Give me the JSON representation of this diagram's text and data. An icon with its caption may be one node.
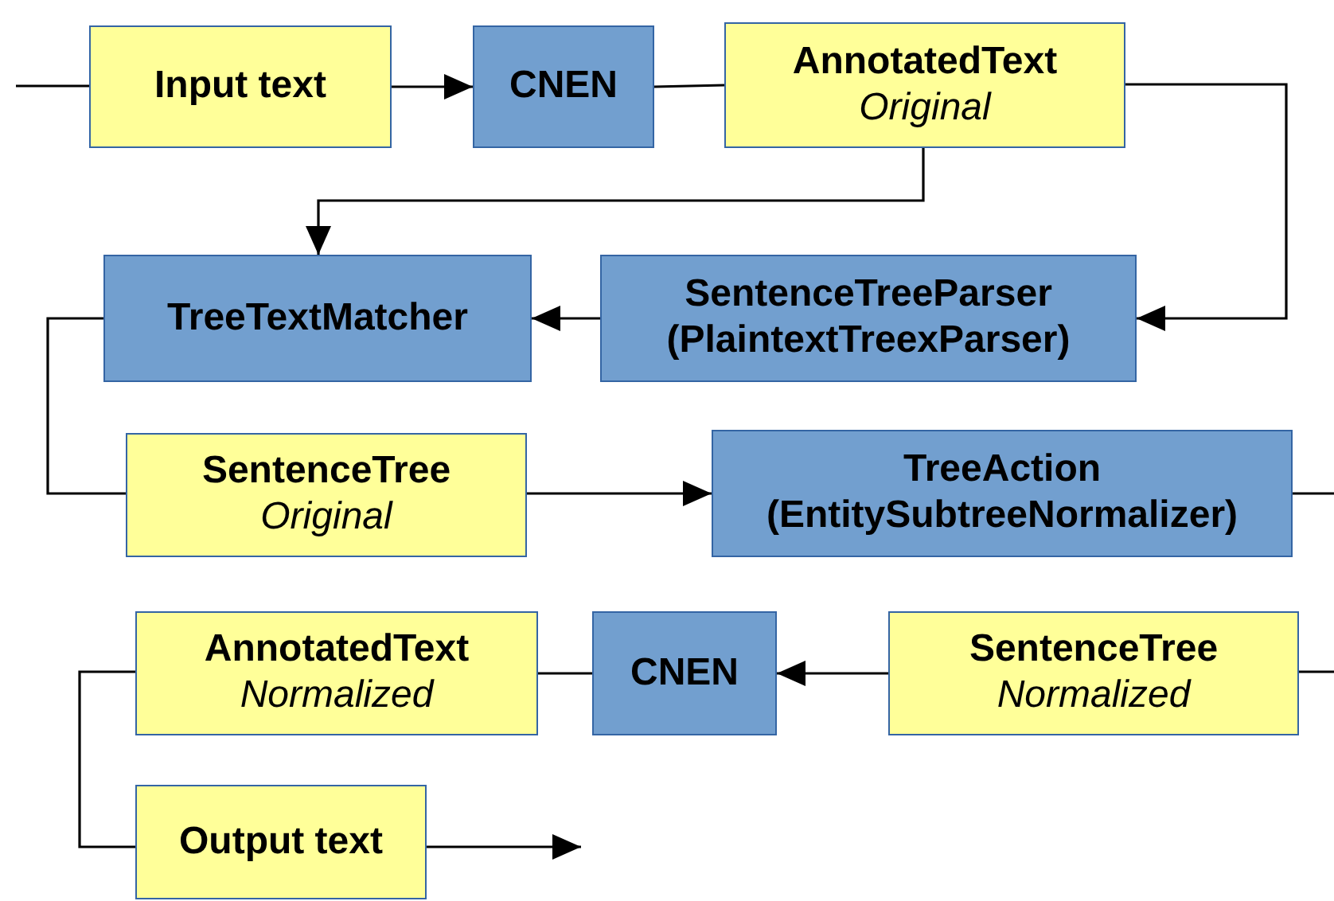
{
  "diagram": {
    "nodes": [
      {
        "text": [
          "Input text"
        ]
      },
      {
        "text": [
          "CNEN"
        ]
      },
      {
        "text": [
          "AnnotatedText",
          "Original"
        ]
      },
      {
        "text": [
          "TreeTextMatcher"
        ]
      },
      {
        "text": [
          "SentenceTreeParser (PlaintextTreexParser)"
        ]
      },
      {
        "text": [
          "SentenceTree",
          "Original"
        ]
      },
      {
        "text": [
          "TreeAction (EntitySubtreeNormalizer)"
        ]
      },
      {
        "text": [
          "AnnotatedText",
          "Normalized"
        ]
      },
      {
        "text": [
          "CNEN"
        ]
      },
      {
        "text": [
          "SentenceTree",
          "Normalized"
        ]
      },
      {
        "text": [
          "Output text"
        ]
      }
    ],
    "edges": [
      {
        "from": null,
        "to": 0,
        "arrow": "none"
      },
      {
        "from": 0,
        "to": 1,
        "arrow": "to"
      },
      {
        "from": 1,
        "to": 2,
        "arrow": "none"
      },
      {
        "from": 2,
        "to": 3,
        "arrow": "to"
      },
      {
        "from": 2,
        "to": 4,
        "arrow": "to"
      },
      {
        "from": 4,
        "to": 3,
        "arrow": "to"
      },
      {
        "from": 3,
        "to": 5,
        "arrow": "none"
      },
      {
        "from": 5,
        "to": 6,
        "arrow": "to"
      },
      {
        "from": 6,
        "to": null,
        "arrow": "none"
      },
      {
        "from": null,
        "to": 9,
        "arrow": "none"
      },
      {
        "from": 9,
        "to": 8,
        "arrow": "to"
      },
      {
        "from": 8,
        "to": 7,
        "arrow": "none"
      },
      {
        "from": 7,
        "to": 10,
        "arrow": "none"
      },
      {
        "from": 10,
        "to": null,
        "arrow": "to"
      }
    ]
  }
}
